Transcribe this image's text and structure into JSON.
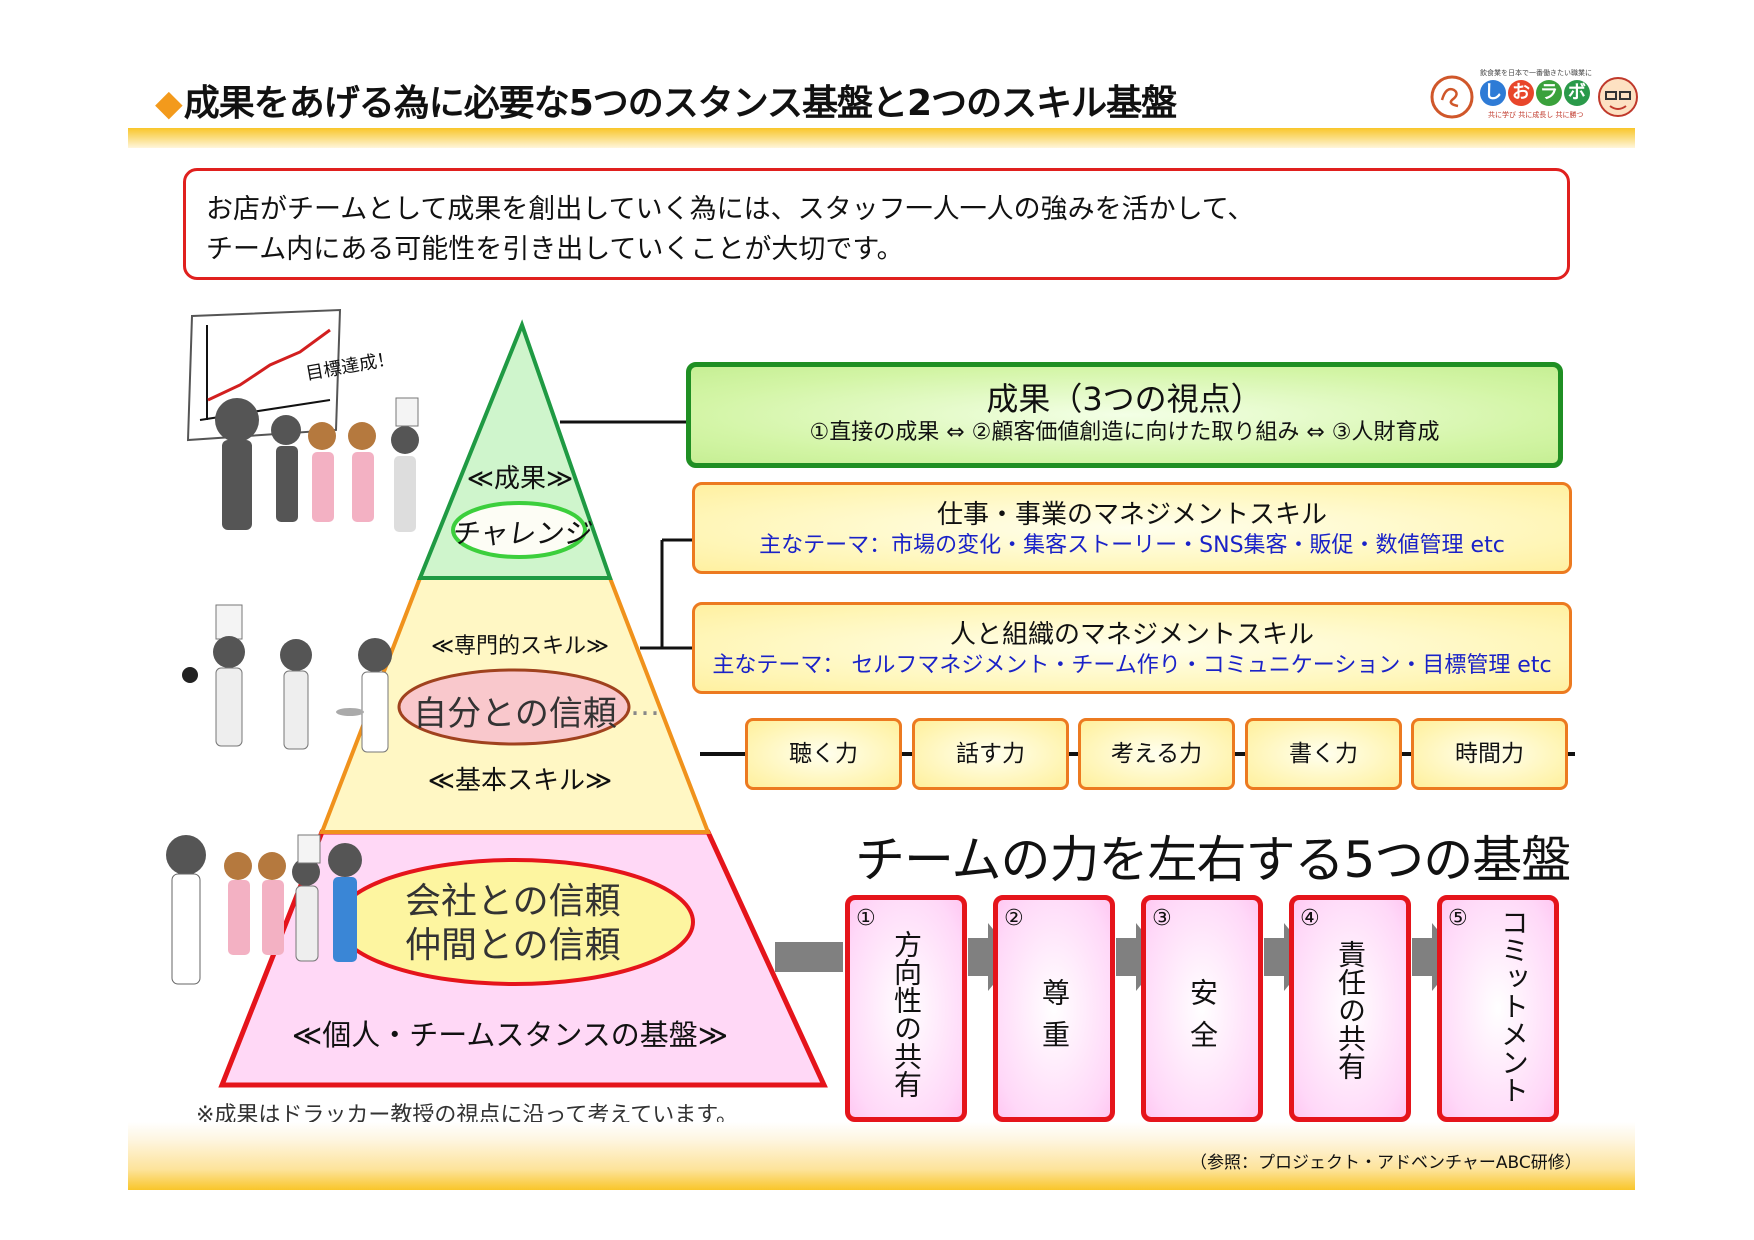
{
  "header": {
    "title": "成果をあげる為に必要な5つのスタンス基盤と2つのスキル基盤",
    "bullet_icon": "orange-diamond-icon",
    "logo": {
      "tagline": "飲食業を日本で一番働きたい職業に",
      "name_chars": [
        "し",
        "お",
        "ラ",
        "ボ"
      ],
      "subline": "共に学び 共に成長し 共に勝つ"
    }
  },
  "intro": {
    "line1": "お店がチームとして成果を創出していく為には、スタッフ一人一人の強みを活かして、",
    "line2": "チーム内にある可能性を引き出していくことが大切です。"
  },
  "illustrations": {
    "top_caption": "目標達成！"
  },
  "pyramid": {
    "top": {
      "label": "≪成果≫",
      "badge": "チャレンジ"
    },
    "middle": {
      "label_top": "≪専門的スキル≫",
      "badge": "自分との信頼",
      "ellipsis": "…",
      "label_bottom": "≪基本スキル≫"
    },
    "bottom": {
      "badge_line1": "会社との信頼",
      "badge_line2": "仲間との信頼",
      "label": "≪個人・チームスタンスの基盤≫"
    },
    "note": "※成果はドラッカー教授の視点に沿って考えています。"
  },
  "result_box": {
    "title": "成果（3つの視点）",
    "subtitle": "①直接の成果 ⇔ ②顧客価値創造に向けた取り組み ⇔ ③人財育成"
  },
  "skill_boxes": [
    {
      "title": "仕事・事業のマネジメントスキル",
      "themes": "主なテーマ：市場の変化・集客ストーリー・SNS集客・販促・数値管理 etc"
    },
    {
      "title": "人と組織のマネジメントスキル",
      "themes": "主なテーマ： セルフマネジメント・チーム作り・コミュニケーション・目標管理 etc"
    }
  ],
  "basic_skills": [
    "聴く力",
    "話す力",
    "考える力",
    "書く力",
    "時間力"
  ],
  "foundations": {
    "title": "チームの力を左右する5つの基盤",
    "items": [
      {
        "num": "①",
        "label": "方向性の共有"
      },
      {
        "num": "②",
        "label": "尊重"
      },
      {
        "num": "③",
        "label": "安全"
      },
      {
        "num": "④",
        "label": "責任の共有"
      },
      {
        "num": "⑤",
        "label": "コミットメント"
      }
    ]
  },
  "footer": {
    "reference": "（参照：プロジェクト・アドベンチャーABC研修）"
  },
  "colors": {
    "accent_orange": "#f39a1c",
    "band_gold": "#f9c62a",
    "frame_red": "#e0201e",
    "result_green": "#1f8f23",
    "skill_orange": "#ec7a20",
    "theme_blue": "#1a22c8",
    "arrow_gray": "#808080"
  }
}
